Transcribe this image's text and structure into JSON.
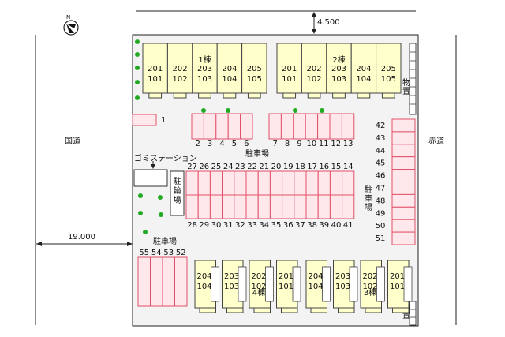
{
  "north_label": "N",
  "dimensions": {
    "top_setback": "4.500",
    "left_setback": "19.000"
  },
  "roads": {
    "left": "国道",
    "right": "赤道"
  },
  "buildings": {
    "b1": {
      "name": "1棟",
      "units": [
        [
          "201",
          "101"
        ],
        [
          "202",
          "102"
        ],
        [
          "203",
          "103"
        ],
        [
          "204",
          "104"
        ],
        [
          "205",
          "105"
        ]
      ]
    },
    "b2": {
      "name": "2棟",
      "units": [
        [
          "201",
          "101"
        ],
        [
          "202",
          "102"
        ],
        [
          "203",
          "103"
        ],
        [
          "204",
          "104"
        ],
        [
          "205",
          "105"
        ]
      ]
    },
    "b3": {
      "name": "3棟",
      "units": [
        [
          "204",
          "104"
        ],
        [
          "203",
          "103"
        ],
        [
          "202",
          "102"
        ],
        [
          "201",
          "101"
        ]
      ]
    },
    "b4": {
      "name": "4棟",
      "units": [
        [
          "204",
          "104"
        ],
        [
          "203",
          "103"
        ],
        [
          "202",
          "102"
        ],
        [
          "201",
          "101"
        ]
      ]
    }
  },
  "storage_label": "物置",
  "garbage_label": "ゴミステーション",
  "bicycle_label": "駐輪場",
  "parking_label": "駐車場",
  "parking": {
    "single": "1",
    "top_left": [
      "2",
      "3",
      "4",
      "5",
      "6"
    ],
    "top_right": [
      "7",
      "8",
      "9",
      "10",
      "11",
      "12",
      "13"
    ],
    "center_top": [
      "27",
      "26",
      "25",
      "24",
      "23",
      "22",
      "21",
      "20",
      "19",
      "18",
      "17",
      "16",
      "15",
      "14"
    ],
    "center_bottom": [
      "28",
      "29",
      "30",
      "31",
      "32",
      "33",
      "34",
      "35",
      "36",
      "37",
      "38",
      "39",
      "40",
      "41"
    ],
    "right": [
      "42",
      "43",
      "44",
      "45",
      "46",
      "47",
      "48",
      "49",
      "50",
      "51"
    ],
    "bottom_left": [
      "55",
      "54",
      "53",
      "52"
    ]
  },
  "colors": {
    "building": "#ffffcc",
    "parking": "#ffe8ec",
    "parking_border": "#e05068",
    "tree": "#22aa22",
    "site": "#f3f3f3"
  }
}
